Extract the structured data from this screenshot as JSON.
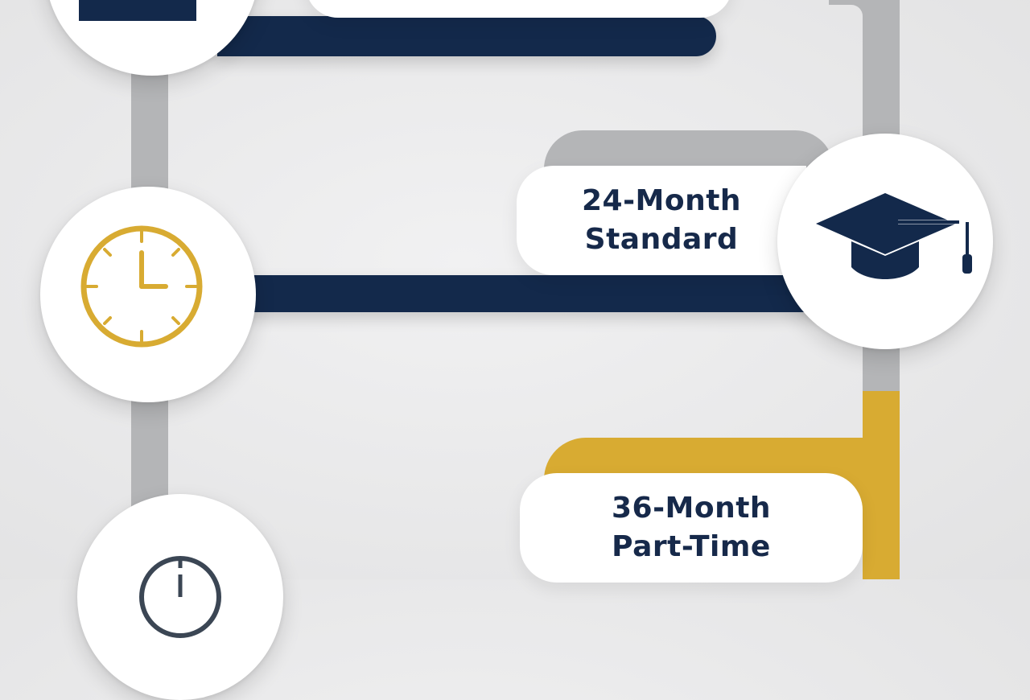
{
  "options": [
    {
      "line1": "24-Month",
      "line2": "Standard"
    },
    {
      "line1": "36-Month",
      "line2": "Part-Time"
    }
  ],
  "icons": {
    "top": "calendar-icon",
    "clock": "clock-icon",
    "graduation": "graduation-cap-icon",
    "bottom": "clock-icon"
  },
  "colors": {
    "navy": "#13294b",
    "gold": "#d8ab32",
    "gray": "#b4b5b7",
    "background": "#e9e9ea",
    "card": "#ffffff"
  }
}
